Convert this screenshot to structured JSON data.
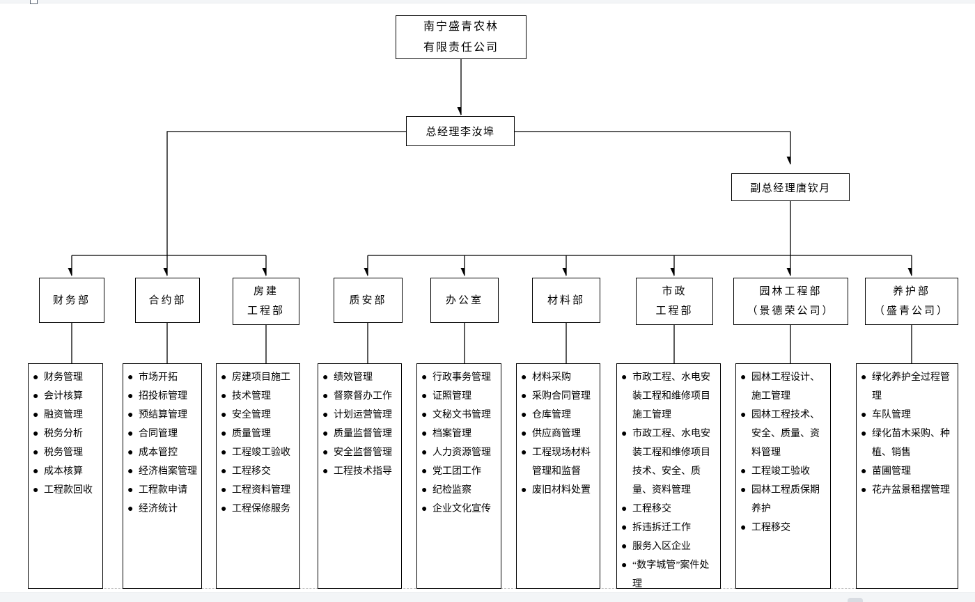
{
  "bullet": "●",
  "root": {
    "lines": [
      "南宁盛青农林",
      "有限责任公司"
    ]
  },
  "gm": {
    "label": "总经理李汝埠"
  },
  "dgm": {
    "label": "副总经理唐钦月"
  },
  "departments": [
    {
      "name_lines": [
        "财务部"
      ],
      "duties": [
        "财务管理",
        "会计核算",
        "融资管理",
        "税务分析",
        "税务管理",
        "成本核算",
        "工程款回收"
      ]
    },
    {
      "name_lines": [
        "合约部"
      ],
      "duties": [
        "市场开拓",
        "招投标管理",
        "预结算管理",
        "合同管理",
        "成本管控",
        "经济档案管理",
        "工程款申请",
        "经济统计"
      ]
    },
    {
      "name_lines": [
        "房建",
        "工程部"
      ],
      "duties": [
        "房建项目施工",
        "技术管理",
        "安全管理",
        "质量管理",
        "工程竣工验收",
        "工程移交",
        "工程资料管理",
        "工程保修服务"
      ]
    },
    {
      "name_lines": [
        "质安部"
      ],
      "duties": [
        "绩效管理",
        "督察督办工作",
        "计划运营管理",
        "质量监督管理",
        "安全监督管理",
        "工程技术指导"
      ]
    },
    {
      "name_lines": [
        "办公室"
      ],
      "duties": [
        "行政事务管理",
        "证照管理",
        "文秘文书管理",
        "档案管理",
        "人力资源管理",
        "党工团工作",
        "纪检监察",
        "企业文化宣传"
      ]
    },
    {
      "name_lines": [
        "材料部"
      ],
      "duties": [
        "材料采购",
        "采购合同管理",
        "仓库管理",
        "供应商管理",
        "工程现场材料管理和监督",
        "废旧材料处置"
      ]
    },
    {
      "name_lines": [
        "市政",
        "工程部"
      ],
      "duties": [
        "市政工程、水电安装工程和维修项目施工管理",
        "市政工程、水电安装工程和维修项目技术、安全、质量、资料管理",
        "工程移交",
        "拆违拆迁工作",
        "服务入区企业",
        "“数字城管”案件处理"
      ]
    },
    {
      "name_lines": [
        "园林工程部",
        "（景德荣公司）"
      ],
      "duties": [
        "园林工程设计、施工管理",
        "园林工程技术、安全、质量、资料管理",
        "工程竣工验收",
        "园林工程质保期养护",
        "工程移交"
      ]
    },
    {
      "name_lines": [
        "养护部",
        "（盛青公司）"
      ],
      "duties": [
        "绿化养护全过程管理",
        "车队管理",
        "绿化苗木采购、种植、销售",
        "苗圃管理",
        "花卉盆景租摆管理"
      ]
    }
  ]
}
